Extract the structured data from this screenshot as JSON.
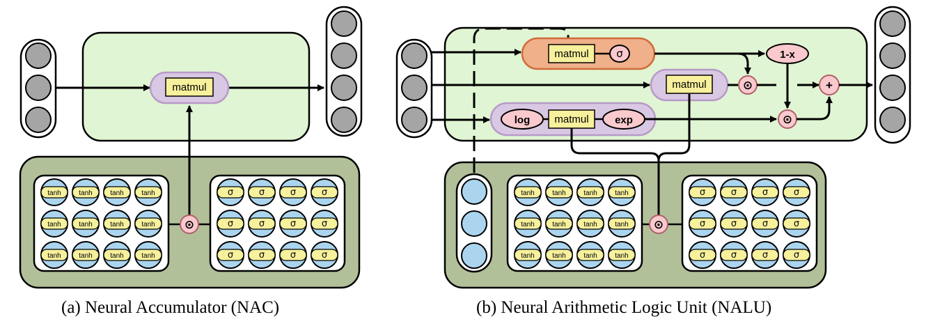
{
  "nac": {
    "caption": "(a) Neural Accumulator (NAC)",
    "op_label": "matmul",
    "tanh_label": "tanh",
    "sigma_label": "σ",
    "gate_symbol": "⊙"
  },
  "nalu": {
    "caption": "(b) Neural Arithmetic Logic Unit (NALU)",
    "matmul_label": "matmul",
    "log_label": "log",
    "exp_label": "exp",
    "sigma_label": "σ",
    "one_minus_x_label": "1-x",
    "plus_label": "+",
    "gate_symbol": "⊙",
    "tanh_label": "tanh"
  },
  "colors": {
    "green_panel": "#e0f5d3",
    "dark_panel": "#b2c09a",
    "purple_pill": "#d9c8e3",
    "orange_pill": "#efb08a",
    "yellow_box": "#f7f09c",
    "pink_node": "#f9c9cd",
    "neuron_gray": "#a5a5a5",
    "neuron_blue": "#abd5ef"
  }
}
